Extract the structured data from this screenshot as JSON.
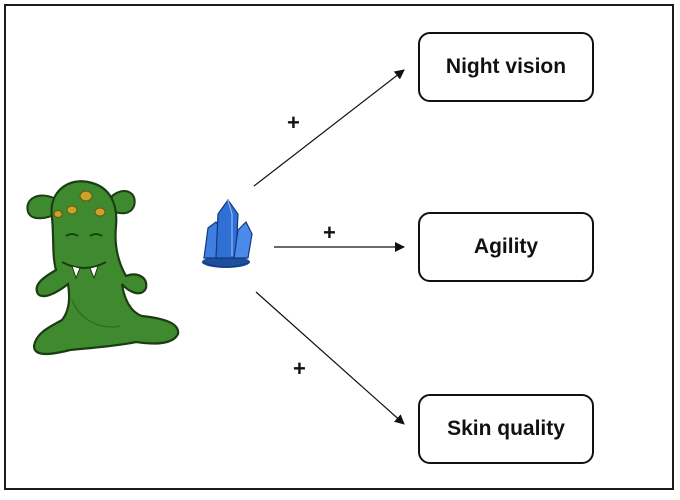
{
  "colors": {
    "creature_body": "#3f8a2e",
    "creature_outline": "#1a3d12",
    "creature_spots": "#c9a32a",
    "crystal": "#2f6fd6",
    "crystal_base": "#1d4f9e",
    "arrow": "#111111"
  },
  "icons": {
    "creature": "green-monster-icon",
    "crystal": "blue-crystal-icon"
  },
  "nodes": [
    {
      "label": "Night vision"
    },
    {
      "label": "Agility"
    },
    {
      "label": "Skin quality"
    }
  ],
  "edges": [
    {
      "sign": "+"
    },
    {
      "sign": "+"
    },
    {
      "sign": "+"
    }
  ]
}
